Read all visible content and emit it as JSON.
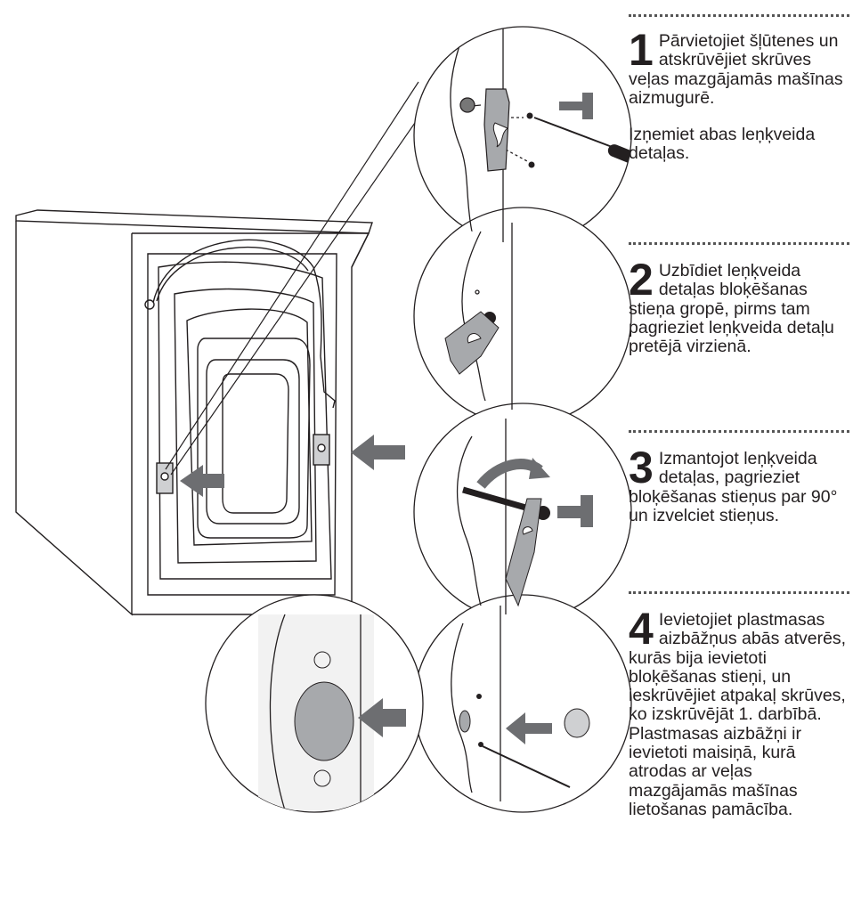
{
  "steps": [
    {
      "number": "1",
      "text": "Pārvietojiet šļūtenes un atskrūvējiet skrūves veļas mazgājamās mašīnas aizmugurē.",
      "extra": "Izņemiet abas leņķveida detaļas."
    },
    {
      "number": "2",
      "text": "Uzbīdiet leņķveida detaļas bloķēšanas stieņa gropē, pirms tam pagrieziet leņķveida detaļu pretējā virzienā."
    },
    {
      "number": "3",
      "text": "Izmantojot leņķveida detaļas, pagrieziet bloķēšanas stieņus par 90° un izvelciet stieņus."
    },
    {
      "number": "4",
      "text": "Ievietojiet plastmasas aizbāžņus abās atverēs, kurās bija ievietoti bloķēšanas stieņi, un ieskrūvējiet atpakaļ skrūves, ko izskrūvējāt 1. darbībā. Plastmasas aizbāžņi ir ievietoti maisiņā, kurā atrodas ar veļas mazgājamās mašīnas lietošanas pamācība."
    }
  ],
  "colors": {
    "arrow": "#6d6e71",
    "line": "#231f20",
    "part": "#a7a9ac",
    "detail_bg": "#f2f2f2"
  }
}
